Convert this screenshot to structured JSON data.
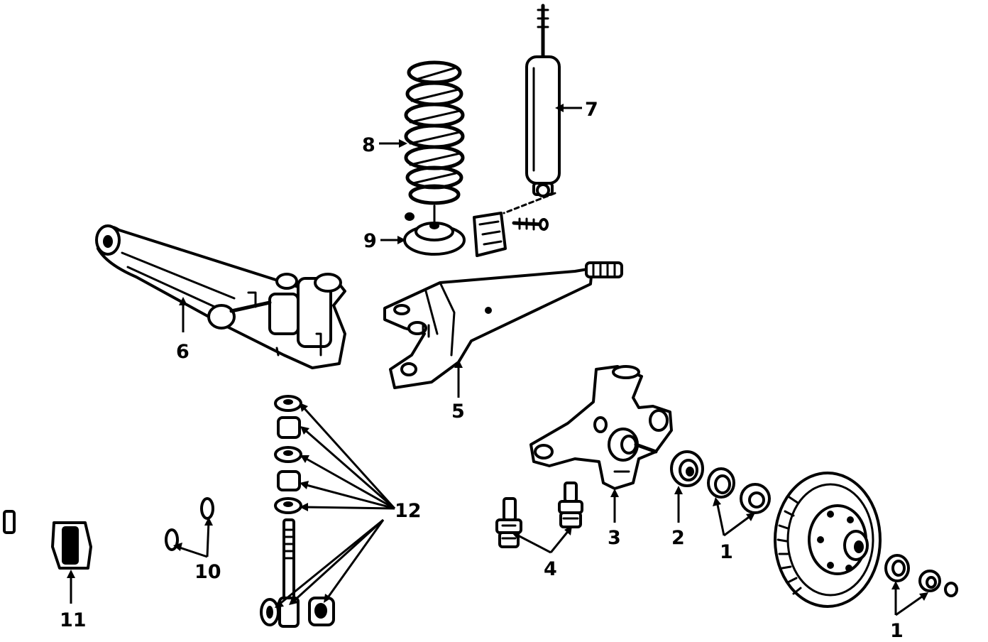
{
  "callouts": [
    {
      "id": "c1a",
      "text": "1"
    },
    {
      "id": "c1b",
      "text": "1"
    },
    {
      "id": "c2",
      "text": "2"
    },
    {
      "id": "c3",
      "text": "3"
    },
    {
      "id": "c4",
      "text": "4"
    },
    {
      "id": "c5",
      "text": "5"
    },
    {
      "id": "c6",
      "text": "6"
    },
    {
      "id": "c7",
      "text": "7"
    },
    {
      "id": "c8",
      "text": "8"
    },
    {
      "id": "c9",
      "text": "9"
    },
    {
      "id": "c10",
      "text": "10"
    },
    {
      "id": "c11",
      "text": "11"
    },
    {
      "id": "c12",
      "text": "12"
    }
  ]
}
